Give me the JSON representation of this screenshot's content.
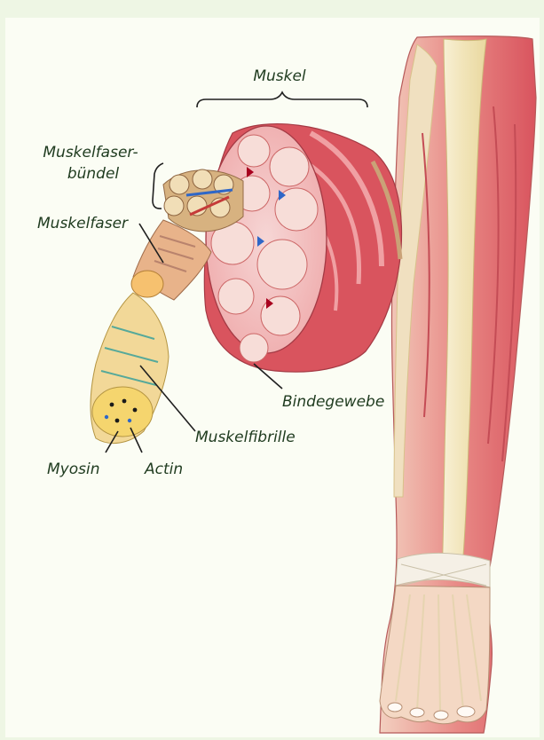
{
  "figure": {
    "labels": {
      "muscle": "Muskel",
      "fiber_bundle_line1": "Muskelfaser-",
      "fiber_bundle_line2": "bündel",
      "muscle_fiber": "Muskelfaser",
      "connective_tissue": "Bindegewebe",
      "myofibril": "Muskelfibrille",
      "myosin": "Myosin",
      "actin": "Actin"
    },
    "icons": {
      "leg": "leg-anatomy-illustration",
      "muscle": "muscle-cross-section-illustration",
      "bundle": "fiber-bundle-illustration",
      "fiber": "muscle-fiber-illustration",
      "myofibril": "myofibril-illustration"
    },
    "colors": {
      "frame": "#eef6e4",
      "panel": "#fbfdf4",
      "label_text": "#1f3b1f",
      "muscle_red": "#d9545e",
      "muscle_light": "#f0a0a3",
      "tendon": "#f1e4b8",
      "skin": "#f4d8c4",
      "blue_vessel": "#2f67c7"
    }
  }
}
